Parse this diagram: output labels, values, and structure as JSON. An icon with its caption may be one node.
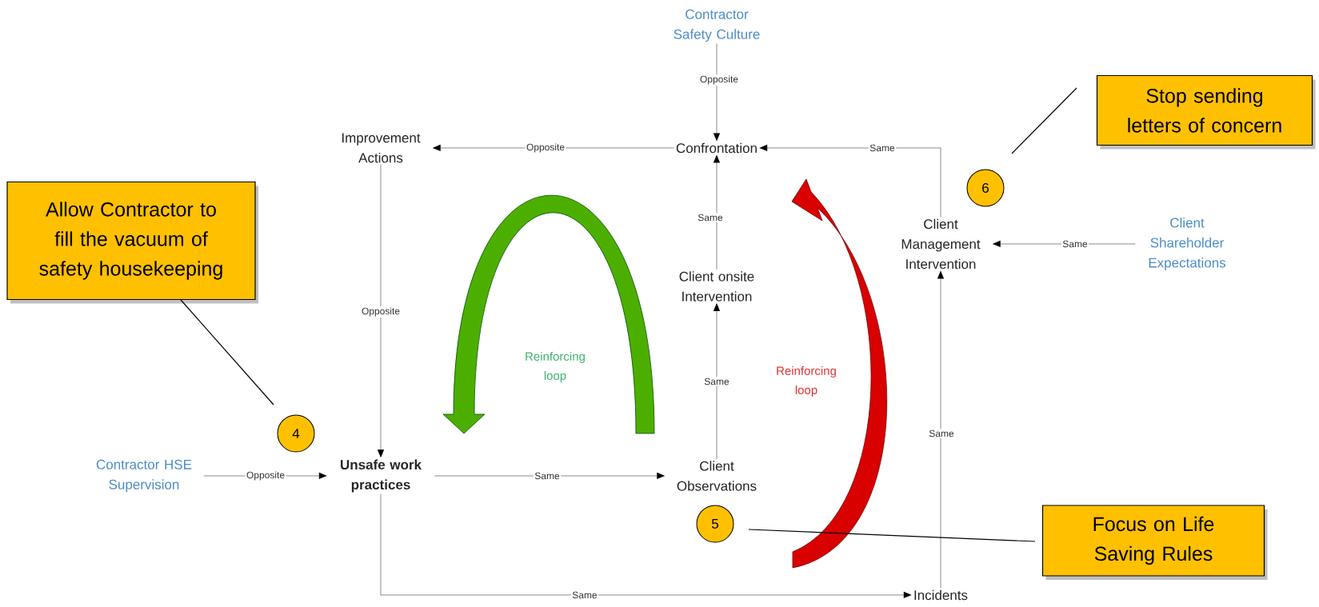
{
  "diagram": {
    "nodes": [
      {
        "text": [
          "Contractor Safety Culture"
        ]
      },
      {
        "text": [
          "Stop sending letters of concern"
        ]
      },
      {
        "text": [
          "Improvement Actions"
        ]
      },
      {
        "text": [
          "Confrontation"
        ]
      },
      {
        "text": [
          "6"
        ]
      },
      {
        "text": [
          "Allow Contractor to fill the vacuum of safety housekeeping"
        ]
      },
      {
        "text": [
          "Client Management Intervention"
        ]
      },
      {
        "text": [
          "Client Shareholder Expectations"
        ]
      },
      {
        "text": [
          "Client onsite Intervention"
        ]
      },
      {
        "text": [
          "4"
        ]
      },
      {
        "text": [
          "Contractor HSE Supervision"
        ]
      },
      {
        "text": [
          "Unsafe work practices"
        ]
      },
      {
        "text": [
          "Client Observations"
        ]
      },
      {
        "text": [
          "5"
        ]
      },
      {
        "text": [
          "Focus on Life Saving Rules"
        ]
      },
      {
        "text": [
          "Incidents"
        ]
      }
    ],
    "edges": [
      {
        "from": 0,
        "to": 3,
        "arrow": "to",
        "label": "Opposite"
      },
      {
        "from": 3,
        "to": 2,
        "arrow": "to",
        "label": "Opposite"
      },
      {
        "from": 6,
        "to": 3,
        "arrow": "to",
        "label": "Same"
      },
      {
        "from": 8,
        "to": 3,
        "arrow": "to",
        "label": "Same"
      },
      {
        "from": 7,
        "to": 6,
        "arrow": "to",
        "label": "Same"
      },
      {
        "from": 2,
        "to": 11,
        "arrow": "to",
        "label": "Opposite"
      },
      {
        "from": 10,
        "to": 11,
        "arrow": "to",
        "label": "Opposite"
      },
      {
        "from": 11,
        "to": 12,
        "arrow": "to",
        "label": "Same"
      },
      {
        "from": 12,
        "to": 8,
        "arrow": "to",
        "label": "Same"
      },
      {
        "from": 11,
        "to": 15,
        "arrow": "to",
        "label": "Same"
      },
      {
        "from": 15,
        "to": 6,
        "arrow": "to",
        "label": "Same"
      },
      {
        "from": 5,
        "to": 9,
        "arrow": "none",
        "color": "#000000"
      },
      {
        "from": 1,
        "to": 4,
        "arrow": "none",
        "color": "#000000"
      },
      {
        "from": 14,
        "to": 13,
        "arrow": "none",
        "color": "#000000"
      }
    ],
    "labels": [
      "Reinforcing loop",
      "Reinforcing loop"
    ]
  }
}
